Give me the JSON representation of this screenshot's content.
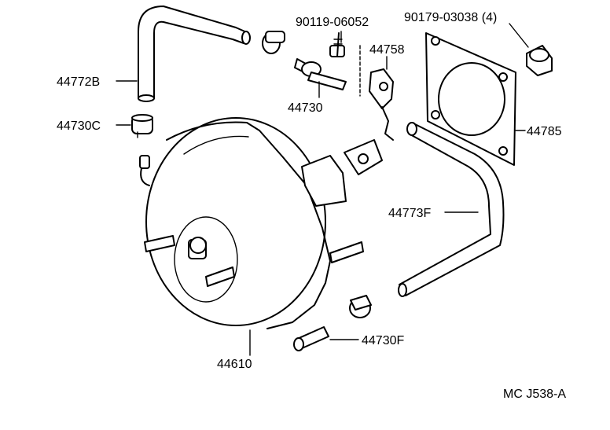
{
  "labels": {
    "vacuum_hose_upper": "44772B",
    "hose_clamp_left": "44730C",
    "bolt_top": "90119-06052",
    "gasket_nut": "90179-03038 (4)",
    "bracket": "44758",
    "check_valve_union": "44730",
    "gasket": "44785",
    "vacuum_hose_lower": "44773F",
    "union_bottom": "44730F",
    "brake_booster": "44610"
  },
  "diagram_code": "MC J538-A"
}
